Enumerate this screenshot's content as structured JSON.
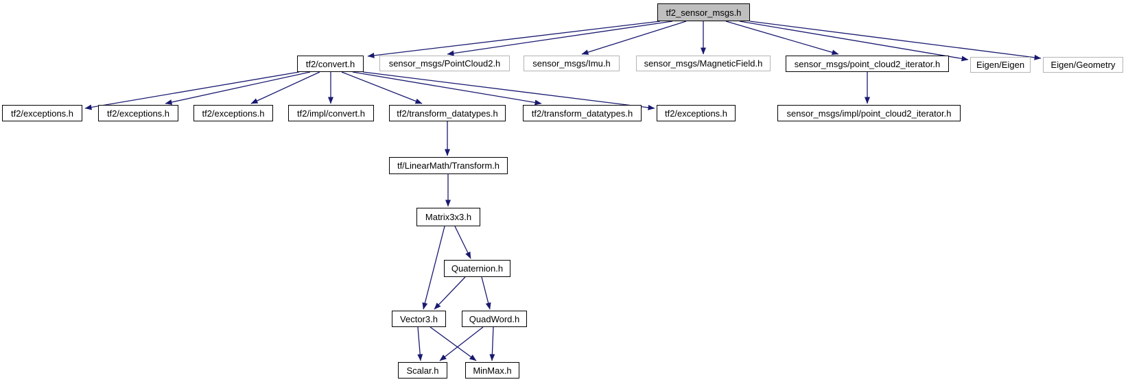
{
  "nodes": [
    {
      "id": "tf2_sensor_msgs_h",
      "label": "tf2_sensor_msgs.h",
      "kind": "root"
    },
    {
      "id": "tf2_convert_h",
      "label": "tf2/convert.h",
      "kind": "link"
    },
    {
      "id": "sensor_msgs_PointCloud2_h",
      "label": "sensor_msgs/PointCloud2.h",
      "kind": "plain"
    },
    {
      "id": "sensor_msgs_Imu_h",
      "label": "sensor_msgs/Imu.h",
      "kind": "plain"
    },
    {
      "id": "sensor_msgs_MagneticField_h",
      "label": "sensor_msgs/MagneticField.h",
      "kind": "plain"
    },
    {
      "id": "sensor_msgs_point_cloud2_iterator_h",
      "label": "sensor_msgs/point_cloud2_iterator.h",
      "kind": "link"
    },
    {
      "id": "Eigen_Eigen",
      "label": "Eigen/Eigen",
      "kind": "plain"
    },
    {
      "id": "Eigen_Geometry",
      "label": "Eigen/Geometry",
      "kind": "plain"
    },
    {
      "id": "tf2_exceptions_h_1",
      "label": "tf2/exceptions.h",
      "kind": "link"
    },
    {
      "id": "tf2_exceptions_h_2",
      "label": "tf2/exceptions.h",
      "kind": "link"
    },
    {
      "id": "tf2_exceptions_h_3",
      "label": "tf2/exceptions.h",
      "kind": "link"
    },
    {
      "id": "tf2_impl_convert_h",
      "label": "tf2/impl/convert.h",
      "kind": "link"
    },
    {
      "id": "tf2_transform_datatypes_h_1",
      "label": "tf2/transform_datatypes.h",
      "kind": "link"
    },
    {
      "id": "tf2_transform_datatypes_h_2",
      "label": "tf2/transform_datatypes.h",
      "kind": "link"
    },
    {
      "id": "tf2_exceptions_h_4",
      "label": "tf2/exceptions.h",
      "kind": "link"
    },
    {
      "id": "sensor_msgs_impl_point_cloud2_iterator_h",
      "label": "sensor_msgs/impl/point_cloud2_iterator.h",
      "kind": "link"
    },
    {
      "id": "tf_LinearMath_Transform_h",
      "label": "tf/LinearMath/Transform.h",
      "kind": "link"
    },
    {
      "id": "Matrix3x3_h",
      "label": "Matrix3x3.h",
      "kind": "link"
    },
    {
      "id": "Quaternion_h",
      "label": "Quaternion.h",
      "kind": "link"
    },
    {
      "id": "Vector3_h",
      "label": "Vector3.h",
      "kind": "link"
    },
    {
      "id": "QuadWord_h",
      "label": "QuadWord.h",
      "kind": "link"
    },
    {
      "id": "Scalar_h",
      "label": "Scalar.h",
      "kind": "link"
    },
    {
      "id": "MinMax_h",
      "label": "MinMax.h",
      "kind": "link"
    }
  ],
  "edges": [
    {
      "from": "tf2_sensor_msgs_h",
      "to": "tf2_convert_h"
    },
    {
      "from": "tf2_sensor_msgs_h",
      "to": "sensor_msgs_PointCloud2_h"
    },
    {
      "from": "tf2_sensor_msgs_h",
      "to": "sensor_msgs_Imu_h"
    },
    {
      "from": "tf2_sensor_msgs_h",
      "to": "sensor_msgs_MagneticField_h"
    },
    {
      "from": "tf2_sensor_msgs_h",
      "to": "sensor_msgs_point_cloud2_iterator_h"
    },
    {
      "from": "tf2_sensor_msgs_h",
      "to": "Eigen_Eigen"
    },
    {
      "from": "tf2_sensor_msgs_h",
      "to": "Eigen_Geometry"
    },
    {
      "from": "tf2_convert_h",
      "to": "tf2_exceptions_h_1"
    },
    {
      "from": "tf2_convert_h",
      "to": "tf2_exceptions_h_2"
    },
    {
      "from": "tf2_convert_h",
      "to": "tf2_exceptions_h_3"
    },
    {
      "from": "tf2_convert_h",
      "to": "tf2_impl_convert_h"
    },
    {
      "from": "tf2_convert_h",
      "to": "tf2_transform_datatypes_h_1"
    },
    {
      "from": "tf2_convert_h",
      "to": "tf2_transform_datatypes_h_2"
    },
    {
      "from": "tf2_convert_h",
      "to": "tf2_exceptions_h_4"
    },
    {
      "from": "sensor_msgs_point_cloud2_iterator_h",
      "to": "sensor_msgs_impl_point_cloud2_iterator_h"
    },
    {
      "from": "tf2_transform_datatypes_h_1",
      "to": "tf_LinearMath_Transform_h"
    },
    {
      "from": "tf_LinearMath_Transform_h",
      "to": "Matrix3x3_h"
    },
    {
      "from": "Matrix3x3_h",
      "to": "Quaternion_h"
    },
    {
      "from": "Matrix3x3_h",
      "to": "Vector3_h"
    },
    {
      "from": "Quaternion_h",
      "to": "Vector3_h"
    },
    {
      "from": "Quaternion_h",
      "to": "QuadWord_h"
    },
    {
      "from": "Vector3_h",
      "to": "Scalar_h"
    },
    {
      "from": "Vector3_h",
      "to": "MinMax_h"
    },
    {
      "from": "QuadWord_h",
      "to": "Scalar_h"
    },
    {
      "from": "QuadWord_h",
      "to": "MinMax_h"
    }
  ],
  "colors": {
    "edge": "#191970",
    "node_fill": "#ffffff",
    "root_fill": "#bfbfbf",
    "link_border": "#000000",
    "plain_border": "#b4b4b4",
    "text": "#000000",
    "background": "#ffffff"
  }
}
